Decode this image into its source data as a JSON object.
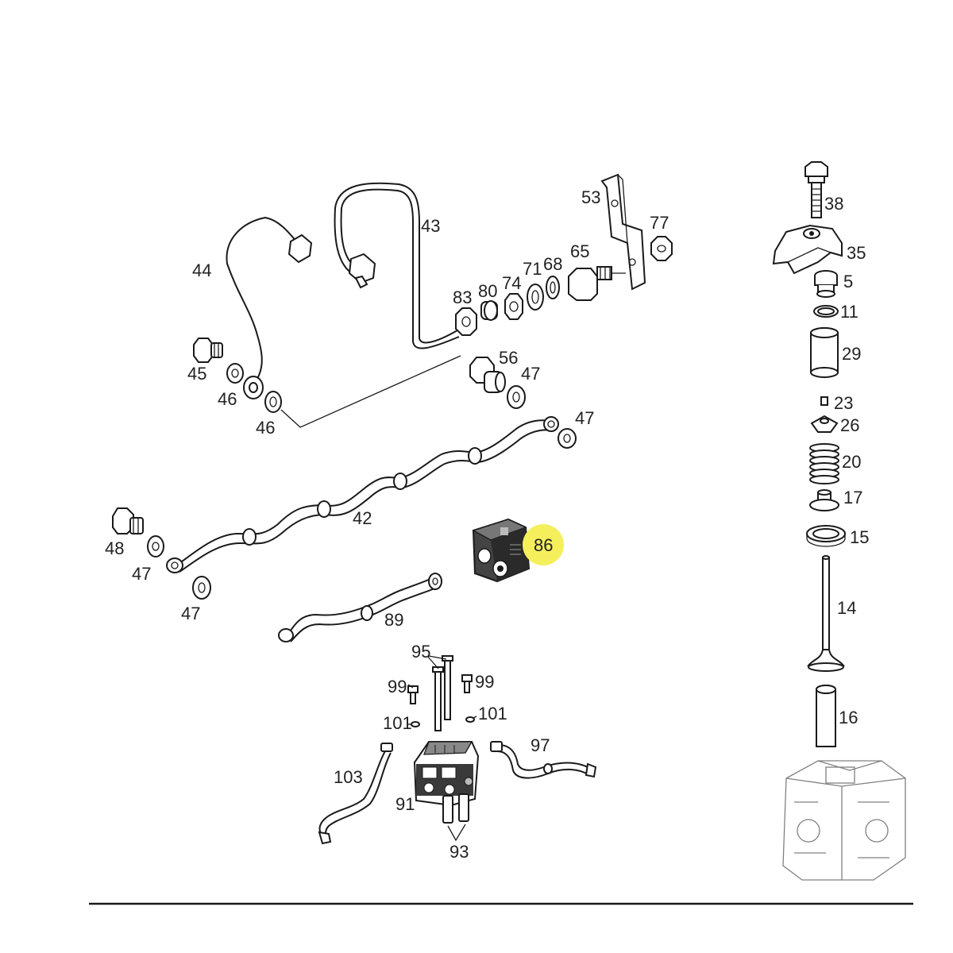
{
  "diagram": {
    "highlight_color": "#f5ef5c",
    "line_color": "#1a1a1a",
    "highlighted_callout": "86",
    "callouts": {
      "c38": "38",
      "c35": "35",
      "c5": "5",
      "c11": "11",
      "c29": "29",
      "c23": "23",
      "c26": "26",
      "c20": "20",
      "c17": "17",
      "c15": "15",
      "c14": "14",
      "c16": "16",
      "c44": "44",
      "c43": "43",
      "c53": "53",
      "c77": "77",
      "c65": "65",
      "c83": "83",
      "c80": "80",
      "c74": "74",
      "c71": "71",
      "c68": "68",
      "c45": "45",
      "c46a": "46",
      "c46b": "46",
      "c56": "56",
      "c47a": "47",
      "c47b": "47",
      "c42": "42",
      "c48": "48",
      "c47c": "47",
      "c47d": "47",
      "c86": "86",
      "c89": "89",
      "c95": "95",
      "c99a": "99",
      "c99b": "99",
      "c101a": "101",
      "c101b": "101",
      "c97": "97",
      "c103": "103",
      "c91": "91",
      "c93": "93"
    }
  }
}
